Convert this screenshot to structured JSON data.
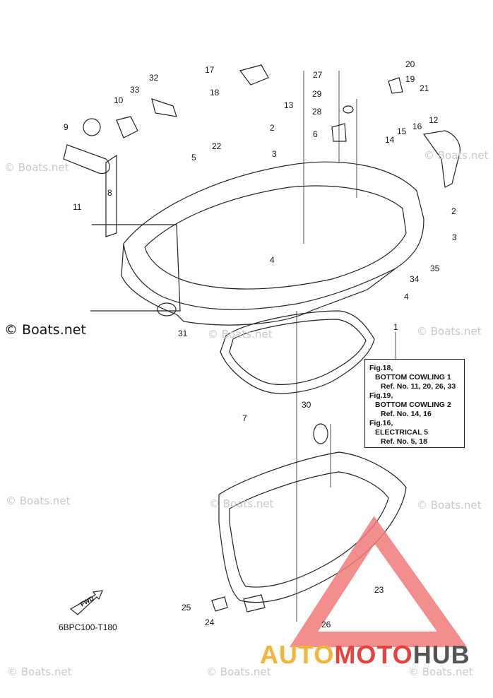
{
  "callouts": [
    "1",
    "2",
    "3",
    "4",
    "5",
    "6",
    "7",
    "8",
    "9",
    "10",
    "11",
    "12",
    "13",
    "14",
    "15",
    "16",
    "17",
    "18",
    "19",
    "20",
    "21",
    "22",
    "23",
    "24",
    "25",
    "26",
    "27",
    "28",
    "29",
    "30",
    "31",
    "32",
    "33",
    "34",
    "35"
  ],
  "callout_repeat": {
    "n2": "2",
    "n3": "3",
    "n4": "4"
  },
  "watermark": "© Boats.net",
  "reference_box": {
    "lines": [
      "Fig.18,",
      "BOTTOM COWLING 1",
      "Ref. No. 11, 20, 26, 33",
      "Fig.19,",
      "BOTTOM COWLING 2",
      "Ref. No. 14, 16",
      "Fig.16,",
      "ELECTRICAL 5",
      "Ref. No. 5, 18"
    ]
  },
  "fwd_label": "FWD",
  "diagram_code": "6BPC100-T180",
  "logo": {
    "part1": "AUTO",
    "part2": "MOTO",
    "part3": "HUB"
  },
  "colors": {
    "logo_yellow": "#f6b33b",
    "logo_red": "#e8413e",
    "logo_gray": "#555555",
    "logo_triangle": "#f07a7a"
  }
}
